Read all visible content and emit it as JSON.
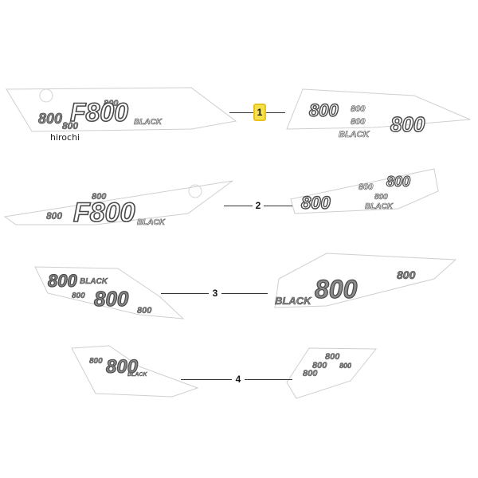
{
  "watermark": "hirochi",
  "callouts": [
    {
      "id": "1",
      "label": "1",
      "highlighted": true
    },
    {
      "id": "2",
      "label": "2",
      "highlighted": false
    },
    {
      "id": "3",
      "label": "3",
      "highlighted": false
    },
    {
      "id": "4",
      "label": "4",
      "highlighted": false
    }
  ],
  "decals": {
    "d1_left": {
      "main": "F800",
      "sub": "BLACK",
      "small": [
        "800",
        "800",
        "800"
      ]
    },
    "d1_right": {
      "main": "800",
      "sub": "BLACK",
      "small": [
        "800",
        "800",
        "800"
      ]
    },
    "d2_left": {
      "main": "F800",
      "sub": "BLACK",
      "small": [
        "800",
        "800"
      ]
    },
    "d2_right": {
      "main": "800",
      "sub": "BLACK",
      "small": [
        "800",
        "800",
        "800"
      ]
    },
    "d3_left": {
      "main": "800",
      "sub": "BLACK",
      "small": [
        "800",
        "800",
        "800"
      ]
    },
    "d3_right": {
      "main": "800",
      "sub": "BLACK",
      "small": [
        "800"
      ]
    },
    "d4_left": {
      "main": "800",
      "sub": "BLACK",
      "small": [
        "800"
      ]
    },
    "d4_right": {
      "main": "800",
      "sub": "",
      "small": [
        "800",
        "800",
        "800"
      ]
    }
  },
  "colors": {
    "outline": "#cfcfcf",
    "decal_dark": "#4a4a4a",
    "decal_mid": "#8a8a8a",
    "highlight": "#f5e04a"
  }
}
